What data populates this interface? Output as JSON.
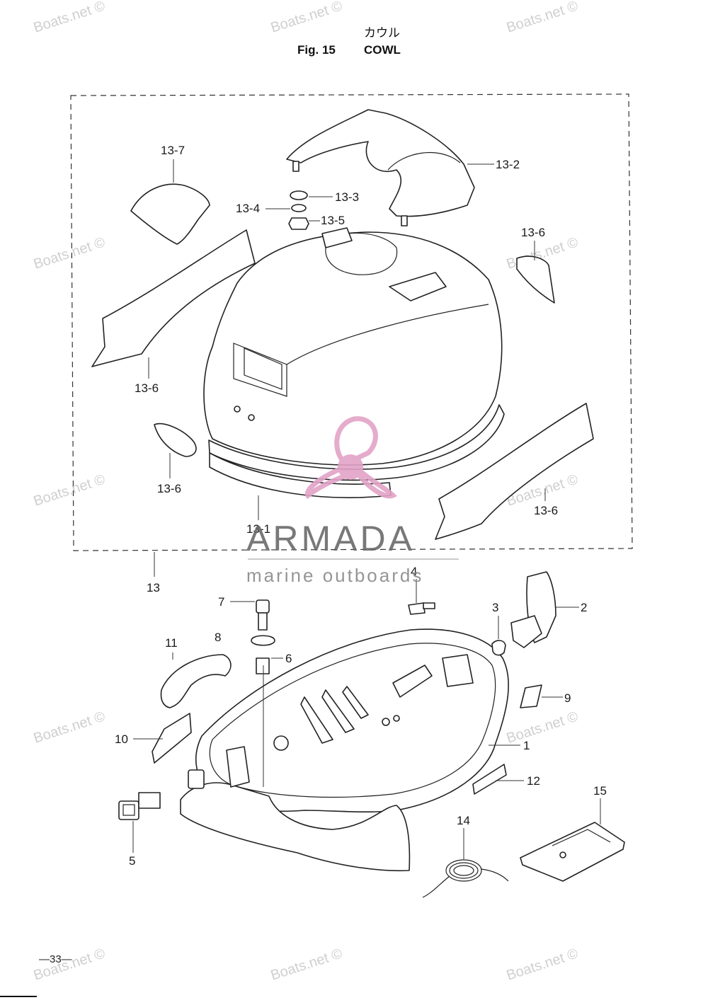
{
  "header": {
    "title_jp": "カウル",
    "fig_label": "Fig. 15",
    "title_en": "COWL"
  },
  "watermark": {
    "text": "Boats.net ©",
    "brand_name": "ARMADA",
    "brand_tagline": "marine outboards",
    "brand_color": "#e2a3c7"
  },
  "footer": {
    "page_number": "—33—"
  },
  "parts": {
    "p13_7": "13-7",
    "p13_2": "13-2",
    "p13_3": "13-3",
    "p13_4": "13-4",
    "p13_5": "13-5",
    "p13_6a": "13-6",
    "p13_6b": "13-6",
    "p13_6c": "13-6",
    "p13_6d": "13-6",
    "p13_1": "13-1",
    "p13": "13",
    "p4": "4",
    "p2": "2",
    "p3": "3",
    "p7": "7",
    "p8": "8",
    "p11": "11",
    "p6": "6",
    "p9": "9",
    "p10": "10",
    "p1": "1",
    "p12": "12",
    "p15": "15",
    "p14": "14",
    "p5": "5"
  }
}
